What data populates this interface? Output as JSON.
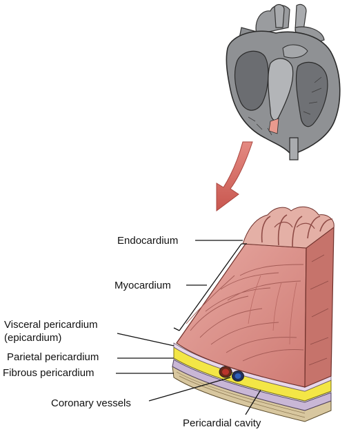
{
  "labels": {
    "endocardium": "Endocardium",
    "myocardium": "Myocardium",
    "visceral_line1": "Visceral pericardium",
    "visceral_line2": "(epicardium)",
    "parietal": "Parietal pericardium",
    "fibrous": "Fibrous pericardium",
    "coronary": "Coronary vessels",
    "cavity": "Pericardial cavity"
  },
  "colors": {
    "heart_gray": "#8f9194",
    "heart_dark": "#5e6064",
    "heart_light": "#b9bbbe",
    "arrow": "#d9726a",
    "myocardium": "#d98c85",
    "myocardium_light": "#ecb5ae",
    "muscle_line": "#a35a55",
    "epicardium_fat": "#f3e646",
    "parietal": "#c9b7d6",
    "fibrous": "#d8c79f",
    "vessel_red": "#b9352b",
    "vessel_blue": "#2f5fb8"
  },
  "icons": {
    "heart": "heart-cross-section-icon",
    "arrow": "curved-arrow-icon",
    "wedge": "heart-wall-wedge-icon"
  }
}
